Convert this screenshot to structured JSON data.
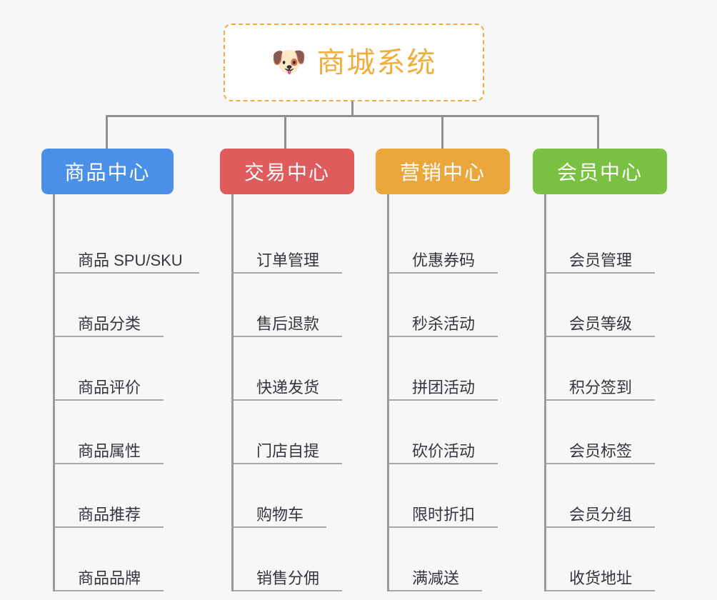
{
  "diagram": {
    "title": "商城系统",
    "background_color": "#f7f7f7",
    "root": {
      "label": "商城系统",
      "icon": "dog-face-icon",
      "icon_glyph": "🐶",
      "text_color": "#f0ae3f",
      "border_color": "#eeab45",
      "background_color": "#ffffff"
    },
    "connector_color": "#8f8f8f",
    "spine_color": "#9a9a9a",
    "underline_color": "#a8a8a8",
    "item_text_color": "#33373d",
    "columns": [
      {
        "id": "product-center",
        "label": "商品中心",
        "color": "#4a90e8",
        "items": [
          {
            "label": "商品 SPU/SKU",
            "underline_width": 202
          },
          {
            "label": "商品分类",
            "underline_width": 152
          },
          {
            "label": "商品评价",
            "underline_width": 152
          },
          {
            "label": "商品属性",
            "underline_width": 152
          },
          {
            "label": "商品推荐",
            "underline_width": 152
          },
          {
            "label": "商品品牌",
            "underline_width": 152
          }
        ]
      },
      {
        "id": "trade-center",
        "label": "交易中心",
        "color": "#e05c5c",
        "items": [
          {
            "label": "订单管理",
            "underline_width": 152
          },
          {
            "label": "售后退款",
            "underline_width": 152
          },
          {
            "label": "快递发货",
            "underline_width": 152
          },
          {
            "label": "门店自提",
            "underline_width": 152
          },
          {
            "label": "购物车",
            "underline_width": 130
          },
          {
            "label": "销售分佣",
            "underline_width": 152
          }
        ]
      },
      {
        "id": "marketing-center",
        "label": "营销中心",
        "color": "#eaa83c",
        "items": [
          {
            "label": "优惠券码",
            "underline_width": 152
          },
          {
            "label": "秒杀活动",
            "underline_width": 152
          },
          {
            "label": "拼团活动",
            "underline_width": 152
          },
          {
            "label": "砍价活动",
            "underline_width": 152
          },
          {
            "label": "限时折扣",
            "underline_width": 152
          },
          {
            "label": "满减送",
            "underline_width": 130
          }
        ]
      },
      {
        "id": "member-center",
        "label": "会员中心",
        "color": "#7ac143",
        "items": [
          {
            "label": "会员管理",
            "underline_width": 152
          },
          {
            "label": "会员等级",
            "underline_width": 152
          },
          {
            "label": "积分签到",
            "underline_width": 152
          },
          {
            "label": "会员标签",
            "underline_width": 152
          },
          {
            "label": "会员分组",
            "underline_width": 152
          },
          {
            "label": "收货地址",
            "underline_width": 152
          }
        ]
      }
    ]
  }
}
